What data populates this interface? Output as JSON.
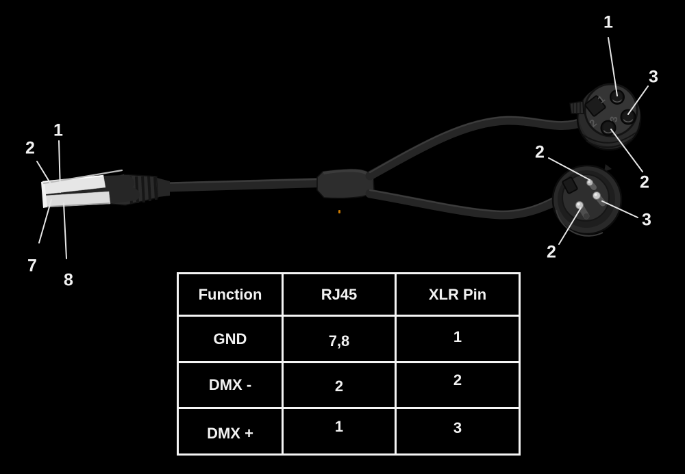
{
  "callouts": {
    "rj45": [
      "1",
      "2",
      "7",
      "8"
    ],
    "xlr_female": [
      "1",
      "3",
      "2"
    ],
    "xlr_male": [
      "2",
      "3",
      "2"
    ]
  },
  "xlr_female_face_numbers": [
    "1",
    "2",
    "3"
  ],
  "table": {
    "headers": [
      "Function",
      "RJ45",
      "XLR Pin"
    ],
    "rows": [
      [
        "GND",
        "7,8",
        "1"
      ],
      [
        "DMX -",
        "2",
        "2"
      ],
      [
        "DMX +",
        "1",
        "3"
      ]
    ]
  },
  "colors": {
    "background": "#000000",
    "label_text": "#f2f2f2",
    "table_border": "#f5f5f5",
    "leader_line": "#e6e6e6",
    "cable": "#262626",
    "cable_highlight": "#3c3c3c",
    "connector_body": "#2b2b2b",
    "connector_face": "#353535",
    "pin_metal": "#c6c6c6",
    "rj45_plastic": "#e6e6e6",
    "accent_dot": "#cc7a00",
    "face_digit": "#575757"
  }
}
